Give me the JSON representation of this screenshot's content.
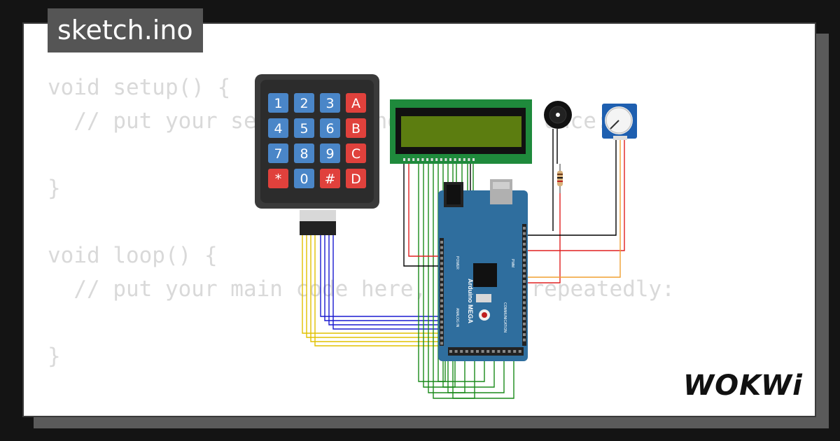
{
  "file_tab": {
    "label": "sketch.ino"
  },
  "code_lines": [
    "void setup() {",
    "  // put your setup code here, to run once:",
    "",
    "}",
    "",
    "void loop() {",
    "  // put your main code here, to run repeatedly:",
    "",
    "}"
  ],
  "brand": {
    "logo_text": "WOKWi"
  },
  "keypad": {
    "keys": [
      [
        "1",
        "2",
        "3",
        "A"
      ],
      [
        "4",
        "5",
        "6",
        "B"
      ],
      [
        "7",
        "8",
        "9",
        "C"
      ],
      [
        "*",
        "0",
        "#",
        "D"
      ]
    ],
    "colors": {
      "number": "#4a86c8",
      "letter": "#e0413c",
      "body": "#3a3a3a"
    }
  },
  "board": {
    "label": "Arduino MEGA",
    "sub_label": "ANALOG IN",
    "comm_label": "COMMUNICATION",
    "pwm_label": "PWM",
    "power_label": "POWER",
    "color": "#2f6e9e"
  },
  "lcd": {
    "color": "#1f8a3c",
    "screen_color": "#5c7d10"
  },
  "wire_colors": {
    "green": "#1a8a1a",
    "blue": "#1a1ad0",
    "yellow": "#e0c000",
    "red": "#e02020",
    "black": "#000000",
    "orange": "#f0a030"
  }
}
